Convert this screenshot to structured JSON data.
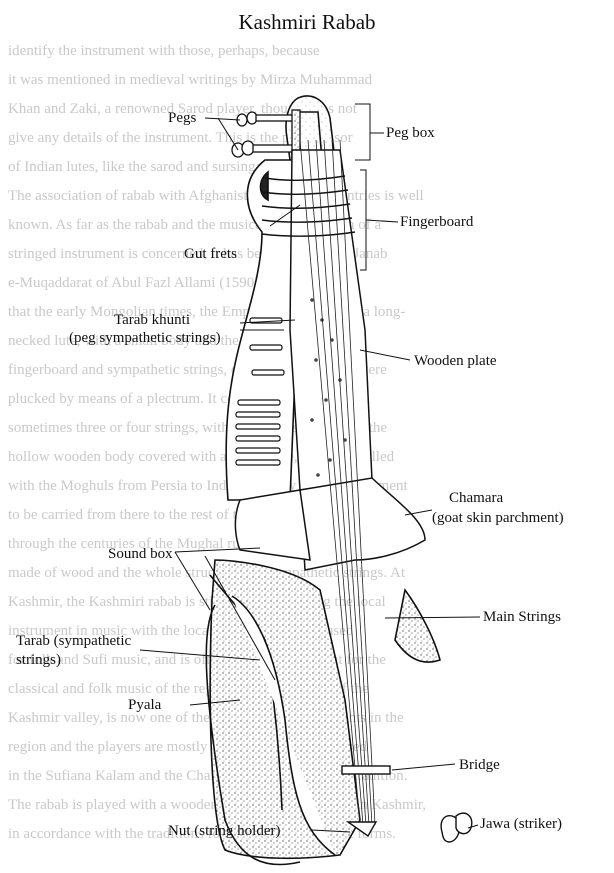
{
  "diagram": {
    "title": "Kashmiri Rabab",
    "labels": {
      "pegs": "Pegs",
      "peg_box": "Peg box",
      "fingerboard": "Fingerboard",
      "gut_frets": "Gut  frets",
      "tarab_khunti_1": "Tarab khunti",
      "tarab_khunti_2": "(peg sympathetic strings)",
      "wooden_plate": "Wooden plate",
      "chamara_1": "Chamara",
      "chamara_2": "(goat skin parchment)",
      "sound_box": "Sound box",
      "main_strings": "Main Strings",
      "tarab_1": "Tarab (sympathetic",
      "tarab_2": "strings)",
      "pyala": "Pyala",
      "bridge": "Bridge",
      "nut": "Nut (string holder)",
      "jawa": "Jawa (striker)"
    }
  },
  "background_text": [
    "identify the instrument with those, perhaps, because",
    "it was mentioned in medieval writings by Mirza Muhammad",
    "Khan and Zaki, a renowned Sarod player, though does not",
    "give any details of the instrument. This is the predecessor",
    "of Indian lutes, like the sarod and sursingar.",
    "The association of rabab with Afghanistan and other countries is well",
    "known. As far as the rabab and the musical representation of a",
    "stringed instrument is concerned, it has been given in the Janab",
    "e-Muqaddarat of Abul Fazl Allami (1590). Al Farabi says",
    "that the early Mongolian times, the Emperor of Hindustan, a long-",
    "necked lute, with a small body and the strings, on the",
    "fingerboard and sympathetic strings, called it rabab. They were",
    "plucked by means of a plectrum. It commonly has frets and",
    "sometimes three or four strings, with the upper string fixed, the",
    "hollow wooden body covered with a membrane, which travelled",
    "with the Moghuls from Persia to India. The way for the instrument",
    "to be carried from there to the rest of the world and Arabic style",
    "through the centuries of the Mughal rule. The gourd parts is also",
    "made of wood and the whole structure had sympathetic strings. At",
    "Kashmir, the Kashmiri rabab is still in use for playing the local",
    "instrument in music with the local families, it is also used",
    "for folk and Sufi music, and is often used on instrument for the",
    "classical and folk music of the region. The instrument of the",
    "Kashmir valley, is now one of the most popular instruments in the",
    "region and the players are mostly Muslims; it has been used",
    "in the Sufiana Kalam and the Chakri, besides, of musical tradition.",
    "The rabab is played with a wooden plectrum called Jawa, in Kashmir,",
    "in accordance with the traditions followed in the different forms."
  ]
}
